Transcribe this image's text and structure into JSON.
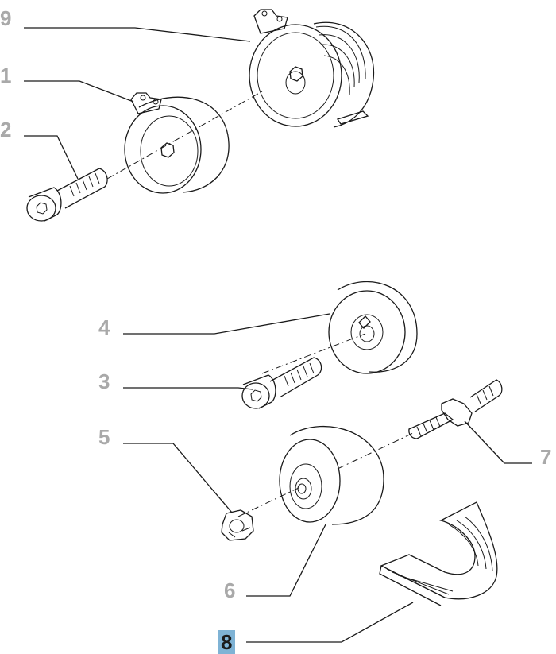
{
  "callouts": {
    "c9": "9",
    "c1": "1",
    "c2": "2",
    "c4": "4",
    "c3": "3",
    "c5": "5",
    "c7": "7",
    "c6": "6",
    "c8": "8"
  },
  "selected_callout": "8",
  "colors": {
    "callout_text": "#a9a9a9",
    "highlight": "#7fb3d5",
    "line": "#1a1a1a"
  }
}
